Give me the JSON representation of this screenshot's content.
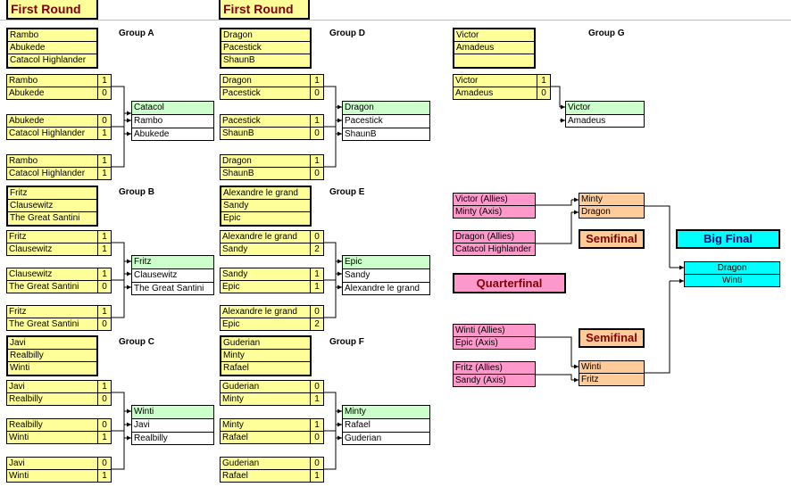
{
  "headers": {
    "round1_left": "First Round",
    "round1_right": "First Round"
  },
  "groups": {
    "A": {
      "label": "Group A",
      "players": [
        "Rambo",
        "Abukede",
        "Catacol Highlander"
      ],
      "matches": [
        [
          [
            "Rambo",
            "1"
          ],
          [
            "Abukede",
            "0"
          ]
        ],
        [
          [
            "Abukede",
            "0"
          ],
          [
            "Catacol Highlander",
            "1"
          ]
        ],
        [
          [
            "Rambo",
            "1"
          ],
          [
            "Catacol Highlander",
            "1"
          ]
        ]
      ],
      "standings": [
        "Catacol",
        "Rambo",
        "Abukede"
      ]
    },
    "B": {
      "label": "Group B",
      "players": [
        "Fritz",
        "Clausewitz",
        "The Great Santini"
      ],
      "matches": [
        [
          [
            "Fritz",
            "1"
          ],
          [
            "Clausewitz",
            "1"
          ]
        ],
        [
          [
            "Clausewitz",
            "1"
          ],
          [
            "The Great Santini",
            "0"
          ]
        ],
        [
          [
            "Fritz",
            "1"
          ],
          [
            "The Great Santini",
            "0"
          ]
        ]
      ],
      "standings": [
        "Fritz",
        "Clausewitz",
        "The Great Santini"
      ]
    },
    "C": {
      "label": "Group C",
      "players": [
        "Javi",
        "Realbilly",
        "Winti"
      ],
      "matches": [
        [
          [
            "Javi",
            "1"
          ],
          [
            "Realbilly",
            "0"
          ]
        ],
        [
          [
            "Realbilly",
            "0"
          ],
          [
            "Winti",
            "1"
          ]
        ],
        [
          [
            "Javi",
            "0"
          ],
          [
            "Winti",
            "1"
          ]
        ]
      ],
      "standings": [
        "Winti",
        "Javi",
        "Realbilly"
      ]
    },
    "D": {
      "label": "Group D",
      "players": [
        "Dragon",
        "Pacestick",
        "ShaunB"
      ],
      "matches": [
        [
          [
            "Dragon",
            "1"
          ],
          [
            "Pacestick",
            "0"
          ]
        ],
        [
          [
            "Pacestick",
            "1"
          ],
          [
            "ShaunB",
            "0"
          ]
        ],
        [
          [
            "Dragon",
            "1"
          ],
          [
            "ShaunB",
            "0"
          ]
        ]
      ],
      "standings": [
        "Dragon",
        "Pacestick",
        "ShaunB"
      ]
    },
    "E": {
      "label": "Group E",
      "players": [
        "Alexandre le grand",
        "Sandy",
        "Epic"
      ],
      "matches": [
        [
          [
            "Alexandre le grand",
            "0"
          ],
          [
            "Sandy",
            "2"
          ]
        ],
        [
          [
            "Sandy",
            "1"
          ],
          [
            "Epic",
            "1"
          ]
        ],
        [
          [
            "Alexandre le grand",
            "0"
          ],
          [
            "Epic",
            "2"
          ]
        ]
      ],
      "standings": [
        "Epic",
        "Sandy",
        "Alexandre le grand"
      ]
    },
    "F": {
      "label": "Group F",
      "players": [
        "Guderian",
        "Minty",
        "Rafael"
      ],
      "matches": [
        [
          [
            "Guderian",
            "0"
          ],
          [
            "Minty",
            "1"
          ]
        ],
        [
          [
            "Minty",
            "1"
          ],
          [
            "Rafael",
            "0"
          ]
        ],
        [
          [
            "Guderian",
            "0"
          ],
          [
            "Rafael",
            "1"
          ]
        ]
      ],
      "standings": [
        "Minty",
        "Rafael",
        "Guderian"
      ]
    },
    "G": {
      "label": "Group G",
      "players": [
        "Victor",
        "Amadeus",
        ""
      ],
      "matches": [
        [
          [
            "Victor",
            "1"
          ],
          [
            "Amadeus",
            "0"
          ]
        ]
      ],
      "standings": [
        "Victor",
        "Amadeus"
      ]
    }
  },
  "quarterfinal": {
    "label": "Quarterfinal",
    "pairs": [
      [
        "Victor (Allies)",
        "Minty (Axis)"
      ],
      [
        "Dragon (Allies)",
        "Catacol Highlander"
      ],
      [
        "Winti (Allies)",
        "Epic (Axis)"
      ],
      [
        "Fritz (Allies)",
        "Sandy (Axis)"
      ]
    ]
  },
  "semifinal": {
    "label_top": "Semifinal",
    "label_bottom": "Semifinal",
    "top": [
      "Minty",
      "Dragon"
    ],
    "bottom": [
      "Winti",
      "Fritz"
    ]
  },
  "final": {
    "label": "Big Final",
    "players": [
      "Dragon",
      "Winti"
    ]
  }
}
